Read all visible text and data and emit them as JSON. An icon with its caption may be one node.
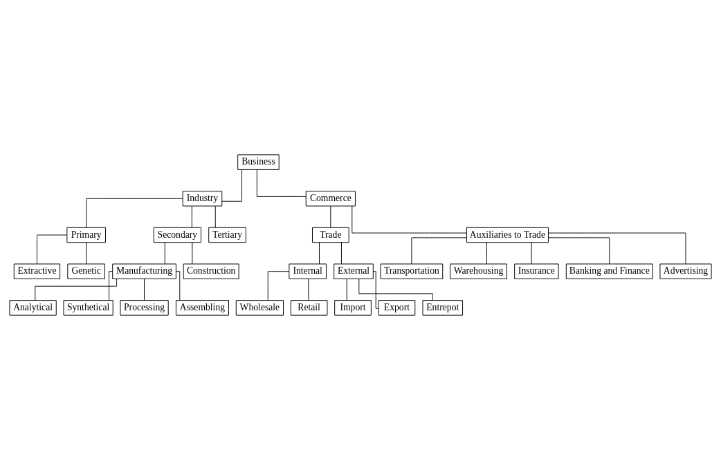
{
  "diagram": {
    "nodes": [
      {
        "text": [
          "Business"
        ]
      },
      {
        "text": [
          "Industry"
        ]
      },
      {
        "text": [
          "Commerce"
        ]
      },
      {
        "text": [
          "Primary"
        ]
      },
      {
        "text": [
          "Secondary"
        ]
      },
      {
        "text": [
          "Tertiary"
        ]
      },
      {
        "text": [
          "Extractive"
        ]
      },
      {
        "text": [
          "Genetic"
        ]
      },
      {
        "text": [
          "Manufacturing"
        ]
      },
      {
        "text": [
          "Construction"
        ]
      },
      {
        "text": [
          "Analytical"
        ]
      },
      {
        "text": [
          "Synthetical"
        ]
      },
      {
        "text": [
          "Processing"
        ]
      },
      {
        "text": [
          "Assembling"
        ]
      },
      {
        "text": [
          "Trade"
        ]
      },
      {
        "text": [
          "Auxiliaries to Trade"
        ]
      },
      {
        "text": [
          "Internal"
        ]
      },
      {
        "text": [
          "External"
        ]
      },
      {
        "text": [
          "Wholesale"
        ]
      },
      {
        "text": [
          "Retail"
        ]
      },
      {
        "text": [
          "Import"
        ]
      },
      {
        "text": [
          "Export"
        ]
      },
      {
        "text": [
          "Entrepot"
        ]
      },
      {
        "text": [
          "Transportation"
        ]
      },
      {
        "text": [
          "Warehousing"
        ]
      },
      {
        "text": [
          "Insurance"
        ]
      },
      {
        "text": [
          "Banking and Finance"
        ]
      },
      {
        "text": [
          "Advertising"
        ]
      }
    ],
    "edges": [
      {
        "from": 0,
        "to": 1,
        "arrow": "none"
      },
      {
        "from": 0,
        "to": 2,
        "arrow": "none"
      },
      {
        "from": 1,
        "to": 3,
        "arrow": "none"
      },
      {
        "from": 1,
        "to": 4,
        "arrow": "none"
      },
      {
        "from": 1,
        "to": 5,
        "arrow": "none"
      },
      {
        "from": 3,
        "to": 6,
        "arrow": "none"
      },
      {
        "from": 3,
        "to": 7,
        "arrow": "none"
      },
      {
        "from": 4,
        "to": 8,
        "arrow": "none"
      },
      {
        "from": 4,
        "to": 9,
        "arrow": "none"
      },
      {
        "from": 8,
        "to": 10,
        "arrow": "none"
      },
      {
        "from": 8,
        "to": 11,
        "arrow": "none"
      },
      {
        "from": 8,
        "to": 12,
        "arrow": "none"
      },
      {
        "from": 8,
        "to": 13,
        "arrow": "none"
      },
      {
        "from": 2,
        "to": 14,
        "arrow": "none"
      },
      {
        "from": 2,
        "to": 15,
        "arrow": "none"
      },
      {
        "from": 14,
        "to": 16,
        "arrow": "none"
      },
      {
        "from": 14,
        "to": 17,
        "arrow": "none"
      },
      {
        "from": 16,
        "to": 18,
        "arrow": "none"
      },
      {
        "from": 16,
        "to": 19,
        "arrow": "none"
      },
      {
        "from": 17,
        "to": 20,
        "arrow": "none"
      },
      {
        "from": 17,
        "to": 21,
        "arrow": "none"
      },
      {
        "from": 17,
        "to": 22,
        "arrow": "none"
      },
      {
        "from": 15,
        "to": 23,
        "arrow": "none"
      },
      {
        "from": 15,
        "to": 24,
        "arrow": "none"
      },
      {
        "from": 15,
        "to": 25,
        "arrow": "none"
      },
      {
        "from": 15,
        "to": 26,
        "arrow": "none"
      },
      {
        "from": 15,
        "to": 27,
        "arrow": "none"
      }
    ]
  }
}
